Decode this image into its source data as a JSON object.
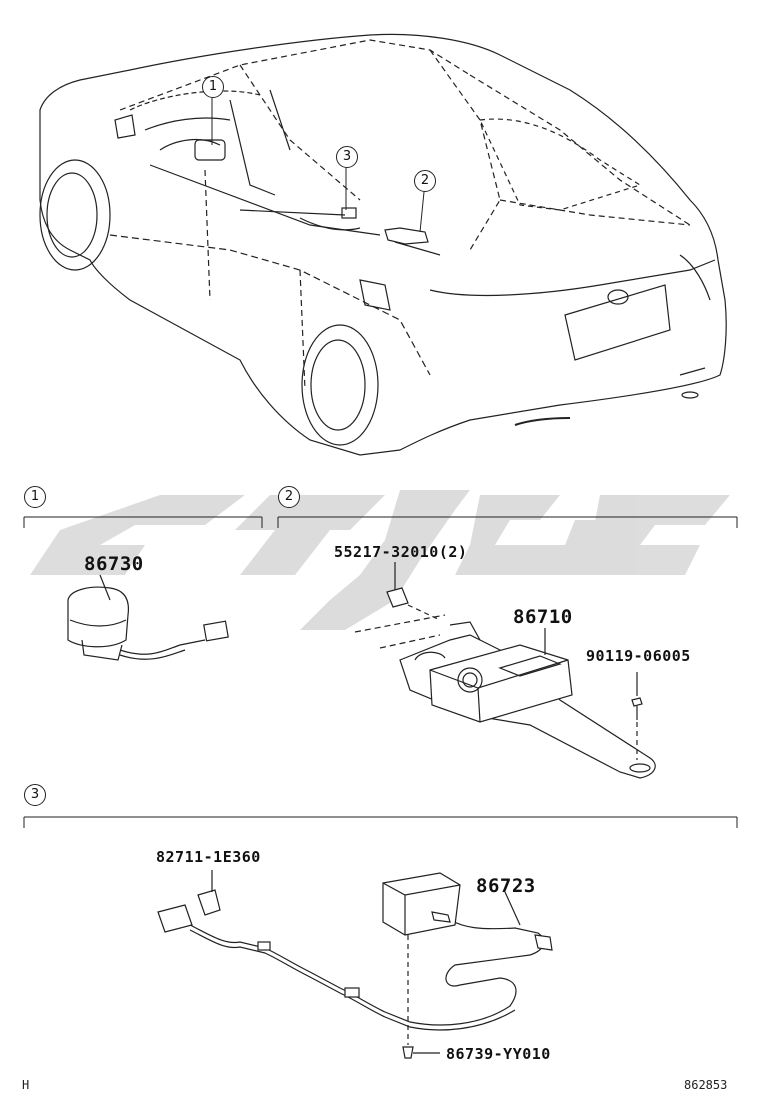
{
  "sections": [
    {
      "number": "1"
    },
    {
      "number": "2"
    },
    {
      "number": "3"
    }
  ],
  "car_callouts": [
    "1",
    "2",
    "3"
  ],
  "parts": {
    "p86730": "86730",
    "p55217": "55217-32010(2)",
    "p86710": "86710",
    "p90119": "90119-06005",
    "p82711": "82711-1E360",
    "p86723": "86723",
    "p86739": "86739-YY010"
  },
  "footer": {
    "left": "H",
    "right": "862853"
  },
  "watermark": {
    "color": "#d9d9d9"
  }
}
